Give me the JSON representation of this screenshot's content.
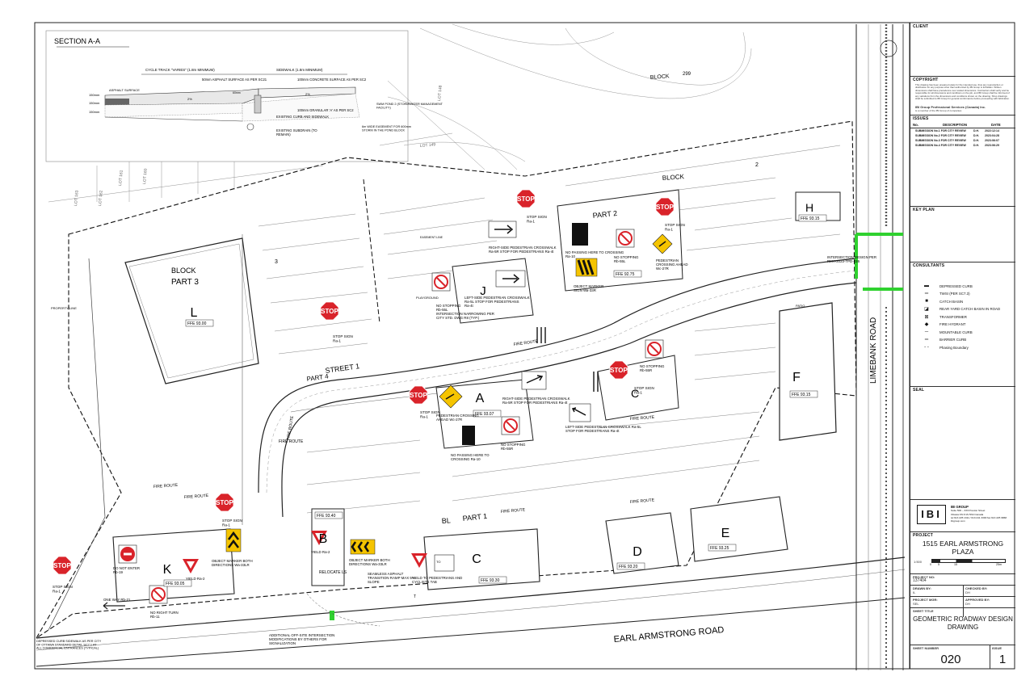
{
  "section": {
    "title": "SECTION A-A",
    "labels": [
      "CYCLE TRACK \"VARIES\" (1.8m MINIMUM)",
      "SIDEWALK (1.8m MINIMUM)",
      "50mm ASPHALT SURFACE AS PER SC21",
      "100mm CONCRETE SURFACE AS PER SC2",
      "60mm",
      "150mm",
      "150mm",
      "150mm",
      "ASPHALT SURFACE",
      "2%",
      "2%",
      "EXISTING CURB AND SIDEWALK",
      "100mm GRANULAR 'A' AS PER SC2",
      "EXISTING SUBDRAIN (TO REMAIN)"
    ]
  },
  "plan": {
    "parts": [
      {
        "name": "PART 1"
      },
      {
        "name": "PART 2"
      },
      {
        "name": "PART 3"
      },
      {
        "name": "PART 4"
      }
    ],
    "block_words": [
      "BLOCK",
      "BLOCK",
      "BLOCK",
      "BL"
    ],
    "building_letters": [
      "L",
      "J",
      "H",
      "A",
      "C",
      "F",
      "K",
      "B",
      "C",
      "D",
      "E"
    ],
    "ffe_labels": [
      "FFE 93.00",
      "FFE 93.15",
      "FFE 93.07",
      "FFE 93.15",
      "FFE 92.75",
      "FFE 93.40",
      "FFE 93.30",
      "FFE 93.20",
      "FFE 93.25",
      "FFE 93.05"
    ],
    "roads": [
      "EARL ARMSTRONG ROAD",
      "LIMEBANK ROAD",
      "STREET 1"
    ],
    "route_labels": [
      "FIRE ROUTE",
      "FIRE ROUTE",
      "FIRE ROUTE",
      "FIRE ROUTE",
      "FIRE ROUTE",
      "FIRE ROUTE",
      "FIRE ROUTE",
      "FIRE ROUTE"
    ],
    "lot_labels": [
      "LOT 148",
      "LOT 149",
      "LOT 161",
      "LOT 160",
      "LOT 163",
      "LOT 162"
    ],
    "misc_labels": [
      "2",
      "3",
      "299",
      "PLAYGROUND",
      "PROPERTY LINE",
      "EASEMENT LINE",
      "PATIO",
      "RELOCATE LS",
      "TO",
      "T"
    ],
    "callouts": [
      "STOP SIGN Ra-1",
      "STOP SIGN Ra-1",
      "STOP SIGN Ra-1",
      "STOP SIGN Ra-1",
      "STOP SIGN Ra-1",
      "STOP SIGN Ra-1",
      "STOP SIGN Ra-1",
      "RIGHT-SIDE PEDESTRIAN CROSSWALK Ra-5R STOP FOR PEDESTRIANS Ra-4t",
      "LEFT-SIDE PEDESTRIAN CROSSWALK Ra-5L STOP FOR PEDESTRIANS Ra-4t",
      "RIGHT-SIDE PEDESTRIAN CROSSWALK Ra-5R STOP FOR PEDESTRIANS Ra-4t",
      "LEFT-SIDE PEDESTRIAN CROSSWALK Ra-5L STOP FOR PEDESTRIANS Ra-4t",
      "NO PASSING HERE TO CROSSING Ra-10",
      "NO PASSING HERE TO CROSSING Ra-10",
      "NO STOPPING Rb-55L",
      "NO STOPPING Rb-55R",
      "NO STOPPING Rb-55L",
      "NO STOPPING Rb-55R",
      "PEDESTRIAN CROSSING AHEAD Wc-27R",
      "PEDESTRIAN CROSSING AHEAD Wc-27R",
      "OBJECT MARKER SIGN Wa-33R",
      "OBJECT MARKER BOTH DIRECTIONS Wa-33LR",
      "OBJECT MARKER BOTH DIRECTIONS Wa-33LR",
      "INTERSECTION NARROWING PER CITY STD. DWG R8 (TYP.)",
      "INTERSECTION DESIGN PER RMA-2023-TPD-026",
      "YIELD Ra-2",
      "YIELD Ra-2",
      "YIELD TO PEDESTRIANS AND CYCLISTS TAB",
      "SEAMLESS ASPHALT TRANSITION RAMP MAX 5% SLOPE",
      "DO NOT ENTER Rb-19",
      "ONE WAY Rb-21",
      "NO RIGHT TURN Rb-11",
      "ADDITIONAL OFF-SITE INTERSECTION MODIFICATIONS BY OTHERS FOR SIGNALIZATION",
      "DEPRESSED CURB SIDEWALK AS PER CITY OF OTTAWA STANDARD DETAIL SC7.1 AT ALL COMMERCIAL ENTRANCES (TYPICAL)",
      "SWM POND 2 (STORMWATER MANAGEMENT FACILITY)",
      "6m WIDE EASEMENT FOR 600mm STORM IN THE POND BLOCK"
    ],
    "sign_texts": {
      "stop": "STOP",
      "yield_glyph": "▽"
    }
  },
  "titleblock": {
    "client_label": "CLIENT",
    "copyright_label": "COPYRIGHT",
    "copyright_text": "This drawing has been prepared solely for the intended use, thus any reproduction or distribution for any purpose other than authorized by IBI Group is forbidden. Written dimensions shall have precedence over scaled dimensions. Contractors shall verify and be responsible for all dimensions and conditions on the job, and IBI Group shall be informed of any variations from the dimensions and conditions shown on the drawing. Shop drawings shall be submitted to IBI Group for general conformance before proceeding with fabrication.",
    "company_line": "IBI Group Professional Services (Canada) Inc.",
    "company_sub": "is a member of the IBI Group of companies",
    "issues_label": "ISSUES",
    "issue_headers": [
      "No.",
      "DESCRIPTION",
      "DATE"
    ],
    "issues": [
      {
        "desc": "SUBMISSION No.1 FOR CITY REVIEW",
        "by": "D.H.",
        "date": "2022:12:14"
      },
      {
        "desc": "SUBMISSION No.2 FOR CITY REVIEW",
        "by": "D.H.",
        "date": "2023:04:28"
      },
      {
        "desc": "SUBMISSION No.3 FOR CITY REVIEW",
        "by": "D.H.",
        "date": "2023:06:07"
      },
      {
        "desc": "SUBMISSION No.4 FOR CITY REVIEW",
        "by": "D.H.",
        "date": "2023:06:29"
      }
    ],
    "keyplan_label": "KEY PLAN",
    "consultants_label": "CONSULTANTS",
    "legend": [
      {
        "sym": "▬",
        "label": "DEPRESSED CURB"
      },
      {
        "sym": "═",
        "label": "TWSI (PER SC7.3)"
      },
      {
        "sym": "■",
        "label": "CATCH BASIN"
      },
      {
        "sym": "◪",
        "label": "REAR YARD CATCH BASIN IN ROAD"
      },
      {
        "sym": "⊠",
        "label": "TRANSFORMER"
      },
      {
        "sym": "◆",
        "label": "FIRE HYDRANT"
      },
      {
        "sym": "─",
        "label": "MOUNTABLE CURB"
      },
      {
        "sym": "═",
        "label": "BARRIER CURB"
      },
      {
        "sym": "- -",
        "label": "Phasing Boundary"
      }
    ],
    "seal_label": "SEAL",
    "ibi_logo": "IBI",
    "ibi_address": [
      "IBI GROUP",
      "Suite 500 – 333 Preston Street",
      "Ottawa ON K1S 5N4 Canada",
      "tel 613 225 1311 / 613 241 3300  fax 613 225 9868",
      "ibigroup.com"
    ],
    "project_label": "PROJECT",
    "project_name": "1515 EARL ARMSTRONG PLAZA",
    "scale_label": "1:500",
    "scale_ticks": [
      "0",
      "5",
      "15",
      "25m"
    ],
    "project_no_label": "PROJECT NO:",
    "project_no": "137404",
    "drawn_by_label": "DRAWN BY:",
    "drawn_by": "IL",
    "checked_by_label": "CHECKED BY:",
    "checked_by": "DH",
    "project_mgr_label": "PROJECT MGR:",
    "project_mgr": "SEL",
    "approved_by_label": "APPROVED BY:",
    "approved_by": "DH",
    "sheet_title_label": "SHEET TITLE",
    "sheet_title": "GEOMETRIC ROADWAY DESIGN DRAWING",
    "sheet_number_label": "SHEET NUMBER",
    "sheet_number": "020",
    "issue_label": "ISSUE",
    "issue_number": "1"
  },
  "colors": {
    "stop": "#d9232a",
    "warning": "#f5c400",
    "greenmark": "#2fd12f",
    "line": "#222222"
  }
}
